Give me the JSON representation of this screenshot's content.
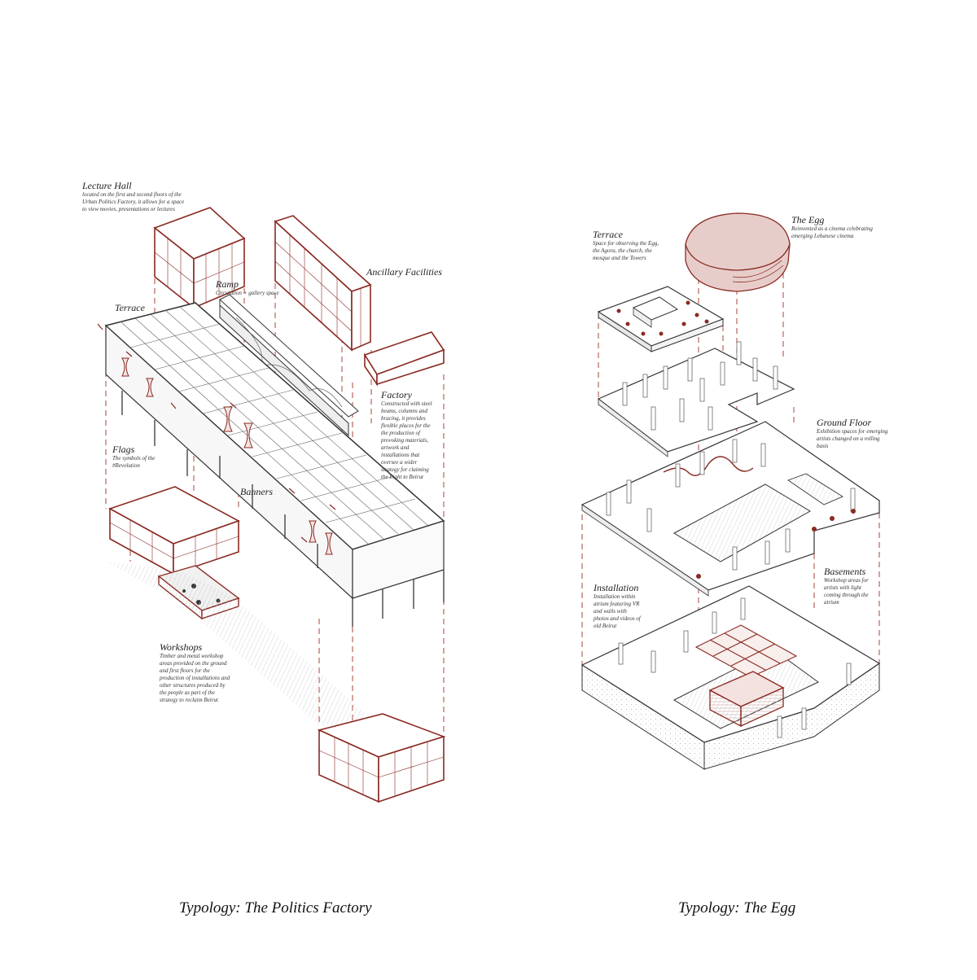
{
  "left": {
    "caption": "Typology: The Politics Factory",
    "lecture_hall": {
      "title": "Lecture Hall",
      "desc": [
        "located on the first and second floors of the",
        "Urban Politics Factory, it allows for a space",
        "to view movies, presentations or lectures"
      ]
    },
    "ramp": {
      "title": "Ramp",
      "desc": [
        "Circulation + gallery space"
      ]
    },
    "ancillary": {
      "title": "Ancillary Facilities"
    },
    "terrace": {
      "title": "Terrace"
    },
    "factory": {
      "title": "Factory",
      "desc": [
        "Constructed with steel",
        "beams, columns and",
        "bracing, it provides",
        "flexible places for the",
        "the production of",
        "provoking materials,",
        "artwork and",
        "installations that",
        "oversee a wider",
        "strategy for claiming",
        "the Right to Beirut"
      ]
    },
    "flags": {
      "title": "Flags",
      "desc": [
        "The symbols of the",
        "#Revolution"
      ]
    },
    "banners": {
      "title": "Banners"
    },
    "workshops": {
      "title": "Workshops",
      "desc": [
        "Timber and metal workshop",
        "areas provided on the ground",
        "and first floors for the",
        "production of installations and",
        "other structures produced by",
        "the people as part of the",
        "strategy to reclaim Beirut"
      ]
    }
  },
  "right": {
    "caption": "Typology: The Egg",
    "egg": {
      "title": "The Egg",
      "desc": [
        "Reinvented as a cinema celebrating",
        "emerging Lebanese cinema"
      ]
    },
    "terrace": {
      "title": "Terrace",
      "desc": [
        "Space for observing the Egg,",
        "the Agora, the church, the",
        "mosque and the Towers"
      ]
    },
    "ground_floor": {
      "title": "Ground Floor",
      "desc": [
        "Exhibition spaces for emerging",
        "artists changed on a rolling",
        "basis"
      ]
    },
    "basements": {
      "title": "Basements",
      "desc": [
        "Workshop areas for",
        "artists with light",
        "coming through the",
        "atrium"
      ]
    },
    "installation": {
      "title": "Installation",
      "desc": [
        "Installation within",
        "atrium featuring VR",
        "and walls with",
        "photos and videos of",
        "old Beirut"
      ]
    }
  },
  "colors": {
    "accent": "#8a2a22",
    "line": "#333333",
    "fill_accent": "#e9d3d0"
  }
}
